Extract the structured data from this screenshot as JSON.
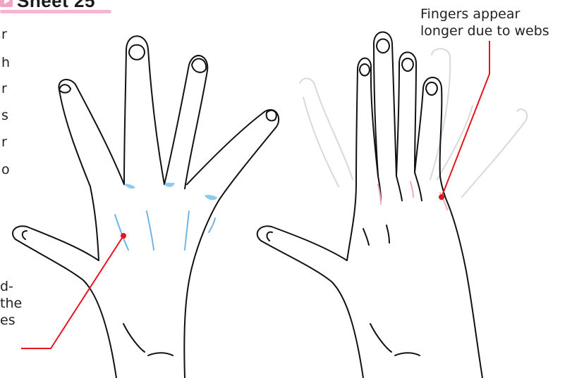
{
  "sheet": {
    "title": "Sheet 25"
  },
  "left_margin_chars": [
    "r",
    "h",
    "r",
    "s",
    "r",
    "o"
  ],
  "left_callout": {
    "lines": [
      "d-",
      "the",
      "es"
    ]
  },
  "right_callout": {
    "lines": [
      "Fingers appear",
      "longer due to webs"
    ]
  },
  "colors": {
    "accent_pink": "#f6b6d2",
    "leader_red": "#e8141d",
    "web_blue": "#8ec9ef",
    "web_pink": "#f3a9c4",
    "ghost_gray": "#d9d9d9",
    "ink": "#111111"
  }
}
